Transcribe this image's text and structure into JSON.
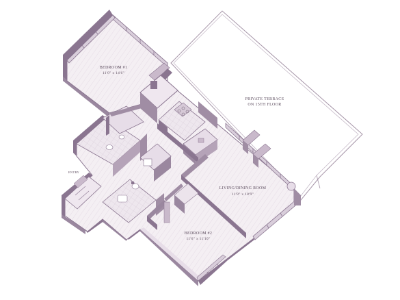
{
  "rooms": {
    "bedroom1": {
      "name": "BEDROOM #1",
      "dims": "11'0\" x 14'6\""
    },
    "terrace": {
      "name": "PRIVATE TERRACE",
      "sub": "ON 15TH FLOOR"
    },
    "living": {
      "name": "LIVING/DINING ROOM",
      "dims": "11'8\" x 18'9\""
    },
    "bedroom2": {
      "name": "BEDROOM #2",
      "dims": "11'6\" x 11'10\""
    },
    "entry": {
      "name": "ENTRY"
    }
  },
  "colors": {
    "wall_dark": "#8a7590",
    "wall_mid": "#a08da4",
    "wall_light": "#e7dde8",
    "floor": "#f3eef2",
    "terrace_line": "#9c8e9e",
    "fixture": "#c9b9cb"
  }
}
